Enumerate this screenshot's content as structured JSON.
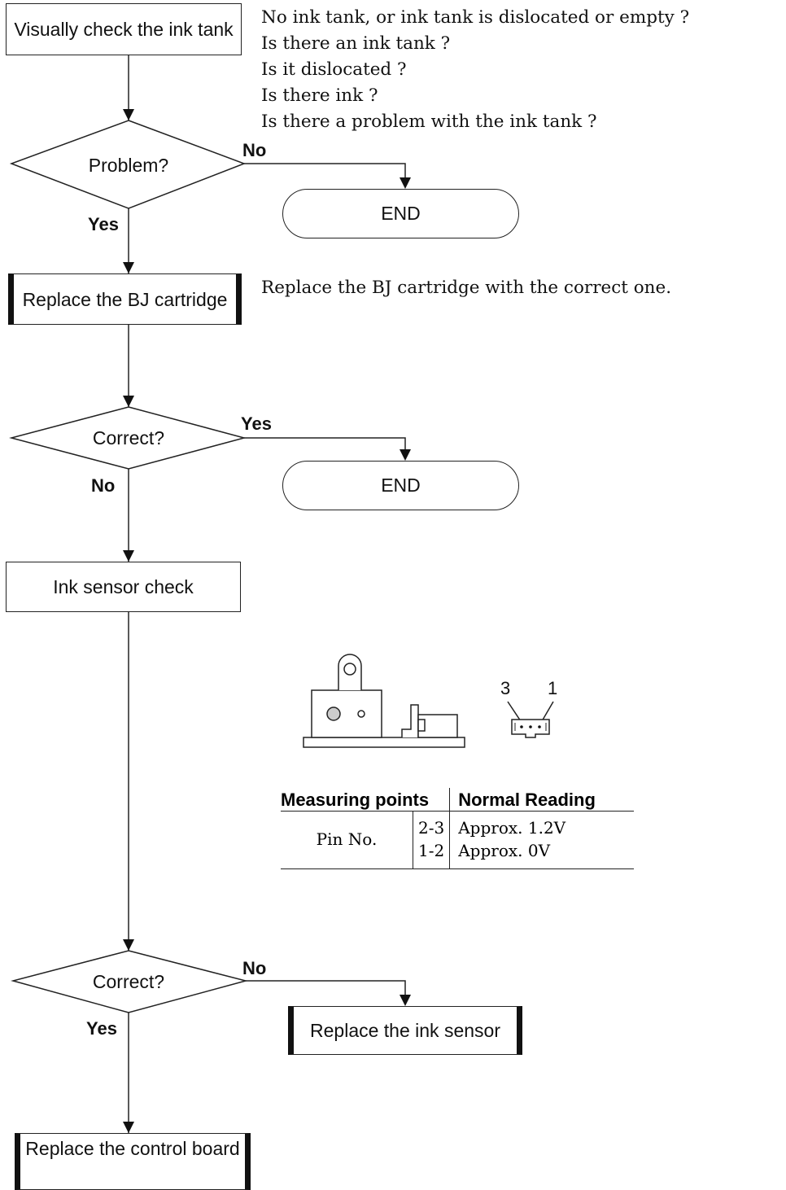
{
  "nodes": {
    "start": "Visually check the ink tank",
    "decision1": "Problem?",
    "end1": "END",
    "replace_bj": "Replace the BJ cartridge",
    "decision2": "Correct?",
    "end2": "END",
    "sensor_check": "Ink sensor check",
    "decision3": "Correct?",
    "replace_sensor": "Replace the ink sensor",
    "replace_board": "Replace the control board"
  },
  "edges": {
    "d1_no": "No",
    "d1_yes": "Yes",
    "d2_yes": "Yes",
    "d2_no": "No",
    "d3_no": "No",
    "d3_yes": "Yes"
  },
  "notes": {
    "check_questions": [
      "No ink tank, or ink tank is dislocated or empty ?",
      "Is there an ink tank ?",
      "Is it dislocated ?",
      "Is there ink ?",
      "Is there a problem with the ink tank ?"
    ],
    "replace_bj_note": "Replace the BJ cartridge with the correct one."
  },
  "connector": {
    "pin_left": "3",
    "pin_right": "1"
  },
  "table": {
    "header_points": "Measuring points",
    "header_reading": "Normal Reading",
    "pin_label": "Pin No.",
    "rows": [
      {
        "pins": "2-3",
        "reading": "Approx. 1.2V"
      },
      {
        "pins": "1-2",
        "reading": "Approx. 0V"
      }
    ]
  }
}
